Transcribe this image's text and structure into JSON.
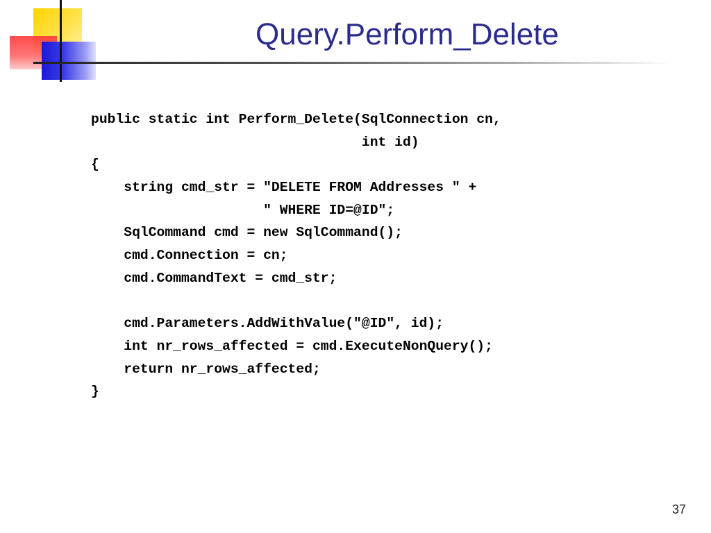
{
  "slide": {
    "title": "Query.Perform_Delete",
    "page_number": "37",
    "code_lines": [
      "public static int Perform_Delete(SqlConnection cn,",
      "                                 int id)",
      "{",
      "    string cmd_str = \"DELETE FROM Addresses \" +",
      "                     \" WHERE ID=@ID\";",
      "    SqlCommand cmd = new SqlCommand();",
      "    cmd.Connection = cn;",
      "    cmd.CommandText = cmd_str;",
      "",
      "    cmd.Parameters.AddWithValue(\"@ID\", id);",
      "    int nr_rows_affected = cmd.ExecuteNonQuery();",
      "    return nr_rows_affected;",
      "}"
    ]
  }
}
